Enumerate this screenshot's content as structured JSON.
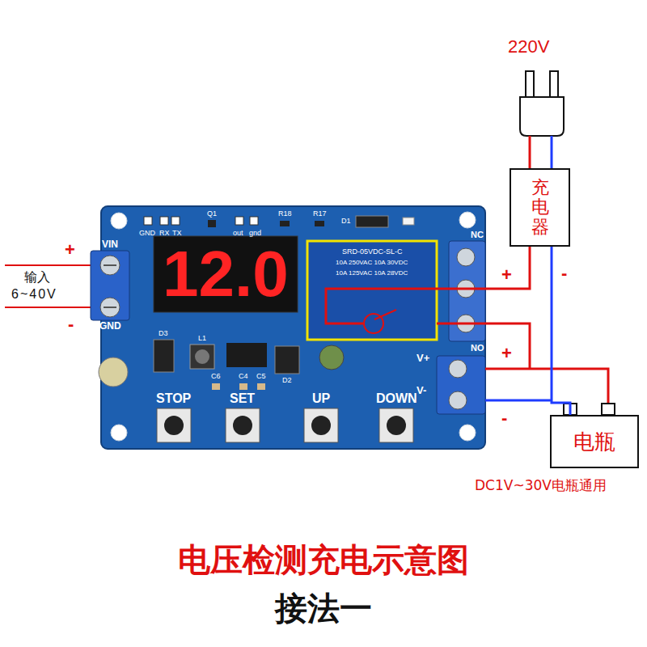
{
  "diagram": {
    "title": "电压检测充电示意图",
    "caption": "接法一",
    "nodes": [
      {
        "text": [
          "充电器"
        ]
      },
      {
        "text": [
          "电瓶"
        ]
      }
    ],
    "edges": [
      {
        "from": 0,
        "to": 1,
        "arrow": "none"
      }
    ],
    "labels": [
      "220V",
      "+",
      "输入",
      "6~40V",
      "-",
      "VIN",
      "GND",
      "GND",
      "RX",
      "TX",
      "Q1",
      "out",
      "gnd",
      "R18",
      "R17",
      "D1",
      "12.0",
      "SRD-05VDC-SL-C",
      "10A 250VAC 10A 30VDC",
      "10A 125VAC 10A 28VDC",
      "NC",
      "NO",
      "D3",
      "L1",
      "C6",
      "C4",
      "C5",
      "D2",
      "V+",
      "V-",
      "STOP",
      "SET",
      "UP",
      "DOWN",
      "+",
      "-",
      "+",
      "-",
      "DC1V~30V电瓶通用"
    ]
  }
}
